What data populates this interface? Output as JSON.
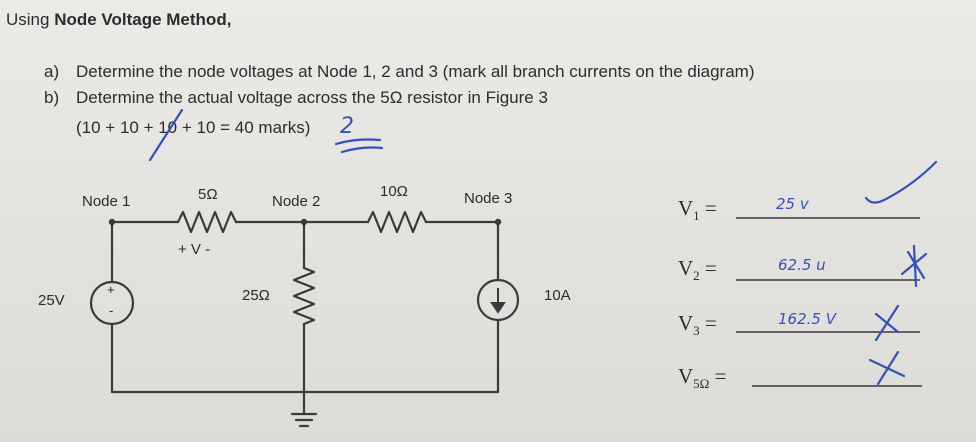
{
  "header": {
    "title_prefix": "Using ",
    "title_bold": "Node Voltage Method,"
  },
  "questions": [
    {
      "label": "a)",
      "text": "Determine the node voltages at Node 1, 2 and 3 (mark all branch currents on the diagram)"
    },
    {
      "label": "b)",
      "text": "Determine the actual voltage across the 5Ω resistor in Figure 3"
    }
  ],
  "marks": "(10 + 10 + 10 + 10 = 40 marks)",
  "grade": "2",
  "circuit": {
    "node1": "Node 1",
    "node2": "Node 2",
    "node3": "Node 3",
    "r1": "5Ω",
    "r2": "10Ω",
    "r3": "25Ω",
    "source_v": "25V",
    "source_i": "10A",
    "polarity": "+ V -",
    "plus": "+",
    "minus": "-"
  },
  "answers": [
    {
      "symbol": "V",
      "sub": "1",
      "eq": " =",
      "value": "25 v"
    },
    {
      "symbol": "V",
      "sub": "2",
      "eq": " =",
      "value": "62.5 u"
    },
    {
      "symbol": "V",
      "sub": "3",
      "eq": " =",
      "value": "162.5 V"
    },
    {
      "symbol": "V",
      "sub": "5Ω",
      "eq": " =",
      "value": ""
    }
  ],
  "colors": {
    "ink": "#2c2c2e",
    "pen": "#3550b8",
    "wire": "#3a3a3c"
  }
}
